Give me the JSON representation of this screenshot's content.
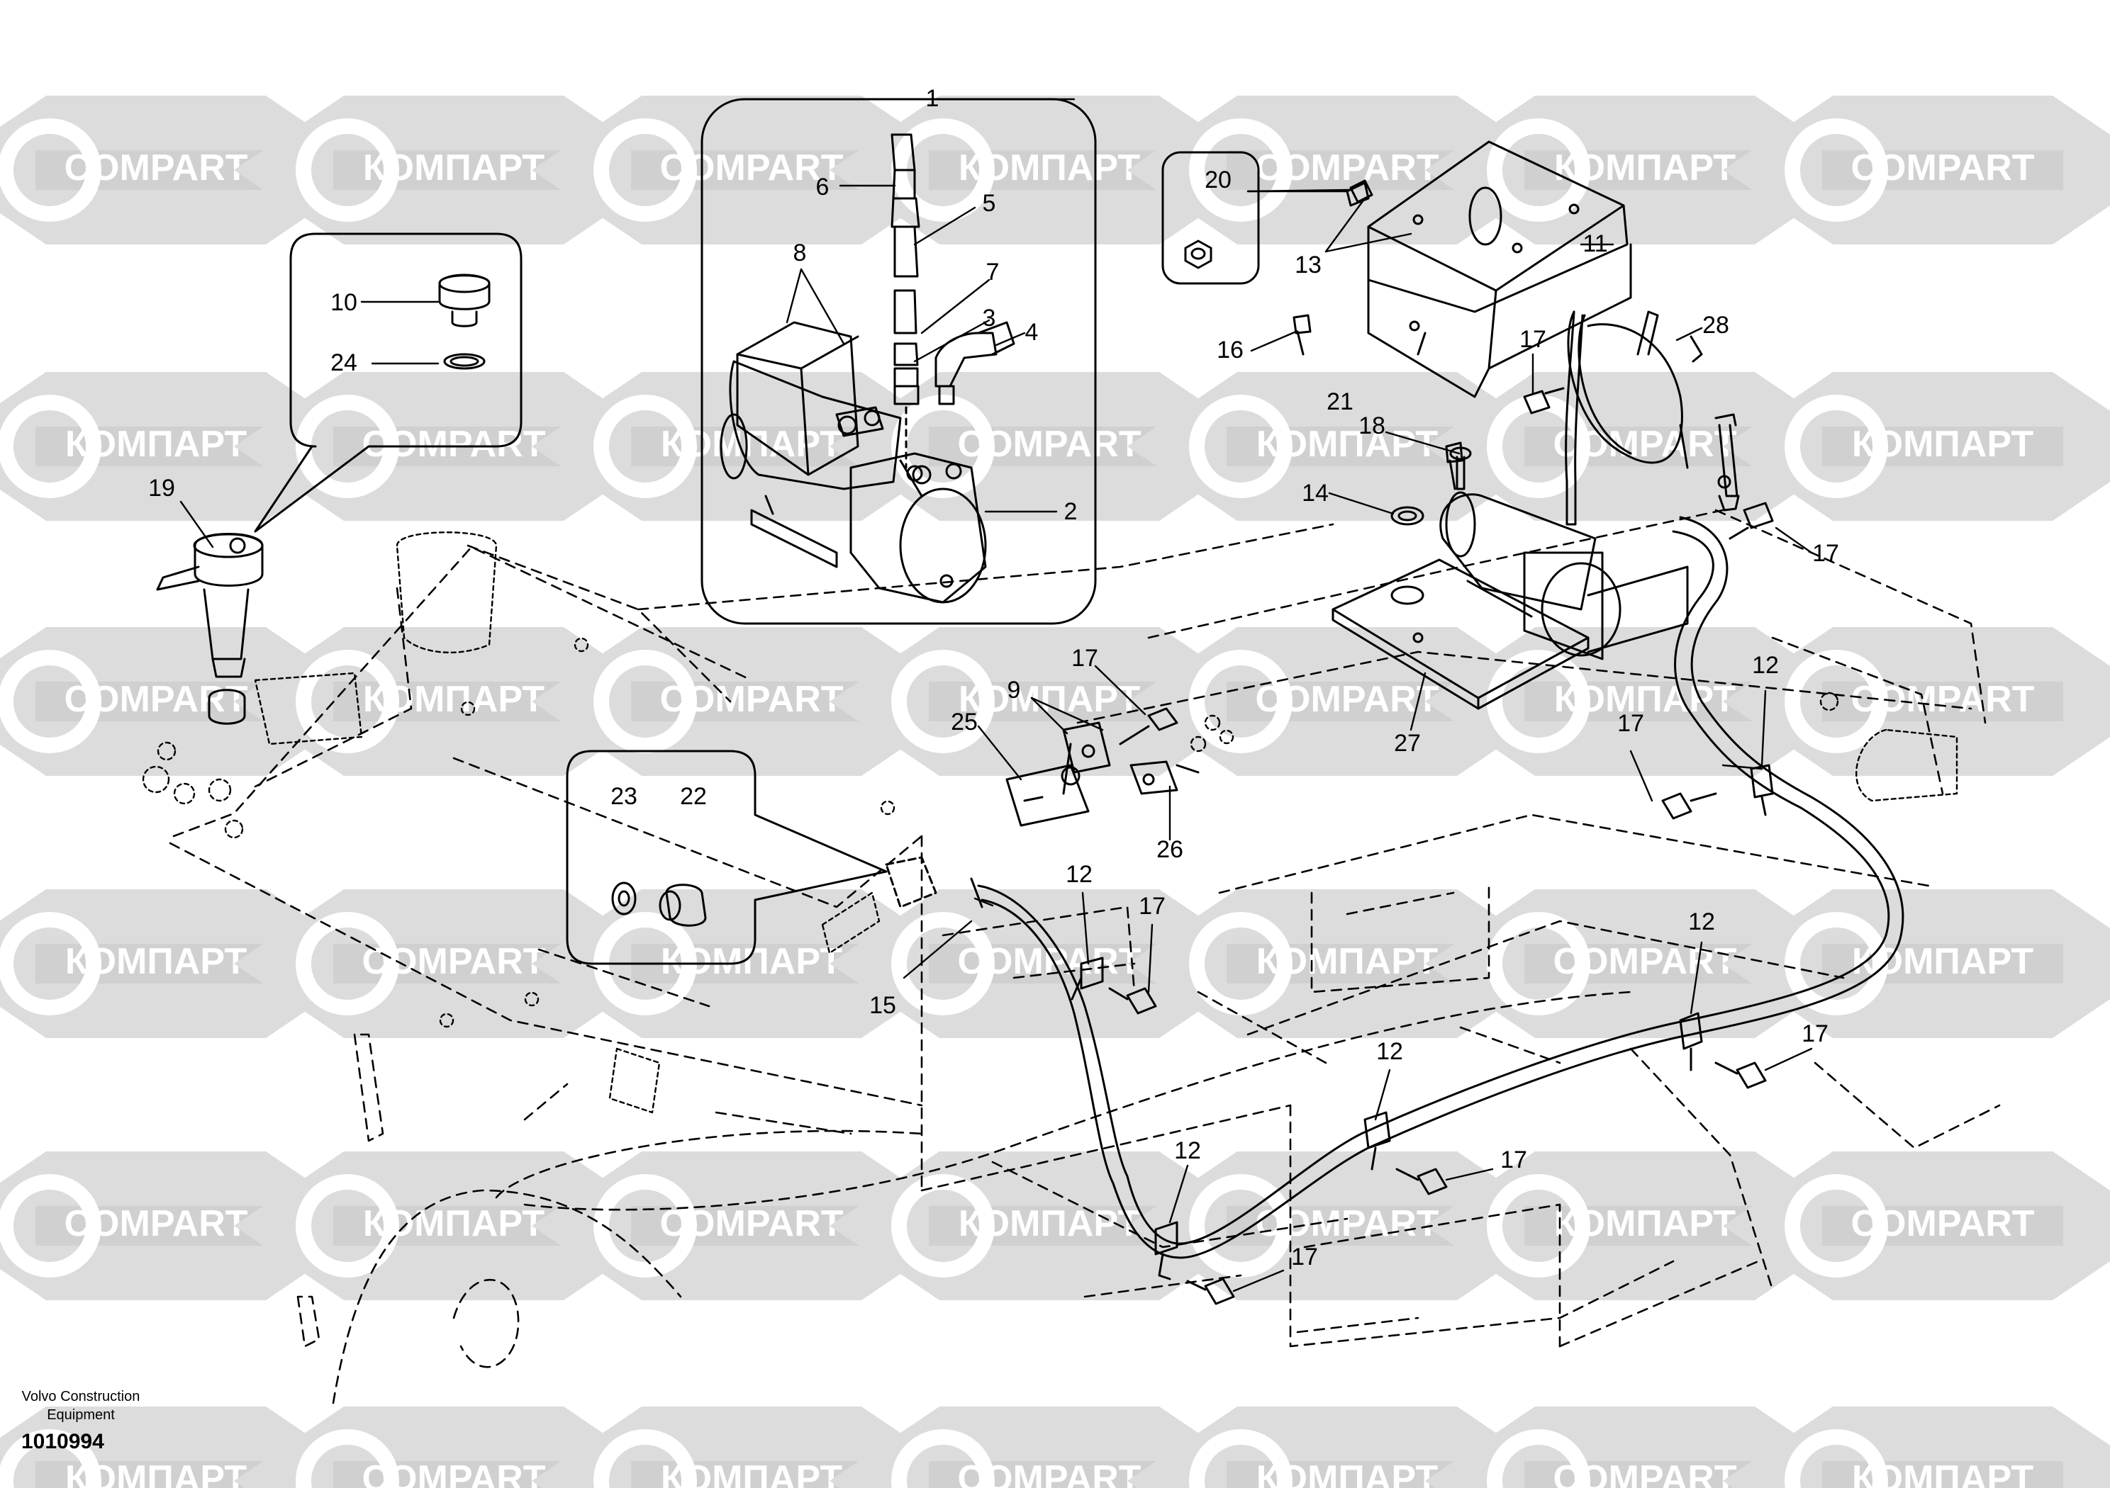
{
  "callouts": [
    {
      "id": "c1",
      "label": "1"
    },
    {
      "id": "c2",
      "label": "2"
    },
    {
      "id": "c3",
      "label": "3"
    },
    {
      "id": "c4",
      "label": "4"
    },
    {
      "id": "c5",
      "label": "5"
    },
    {
      "id": "c6",
      "label": "6"
    },
    {
      "id": "c7",
      "label": "7"
    },
    {
      "id": "c8",
      "label": "8"
    },
    {
      "id": "c9",
      "label": "9"
    },
    {
      "id": "c10",
      "label": "10"
    },
    {
      "id": "c11",
      "label": "11"
    },
    {
      "id": "c12a",
      "label": "12"
    },
    {
      "id": "c12b",
      "label": "12"
    },
    {
      "id": "c12c",
      "label": "12"
    },
    {
      "id": "c12d",
      "label": "12"
    },
    {
      "id": "c12e",
      "label": "12"
    },
    {
      "id": "c13",
      "label": "13"
    },
    {
      "id": "c14",
      "label": "14"
    },
    {
      "id": "c15",
      "label": "15"
    },
    {
      "id": "c16",
      "label": "16"
    },
    {
      "id": "c17a",
      "label": "17"
    },
    {
      "id": "c17b",
      "label": "17"
    },
    {
      "id": "c17c",
      "label": "17"
    },
    {
      "id": "c17d",
      "label": "17"
    },
    {
      "id": "c17e",
      "label": "17"
    },
    {
      "id": "c17f",
      "label": "17"
    },
    {
      "id": "c17g",
      "label": "17"
    },
    {
      "id": "c17h",
      "label": "17"
    },
    {
      "id": "c18",
      "label": "18"
    },
    {
      "id": "c19",
      "label": "19"
    },
    {
      "id": "c20",
      "label": "20"
    },
    {
      "id": "c21",
      "label": "21"
    },
    {
      "id": "c22",
      "label": "22"
    },
    {
      "id": "c23",
      "label": "23"
    },
    {
      "id": "c24",
      "label": "24"
    },
    {
      "id": "c25",
      "label": "25"
    },
    {
      "id": "c26",
      "label": "26"
    },
    {
      "id": "c27",
      "label": "27"
    },
    {
      "id": "c28",
      "label": "28"
    }
  ],
  "watermark_texts": [
    "COMPART",
    "КОМПАРТ"
  ],
  "footer": {
    "manufacturer": "Volvo Construction Equipment",
    "doc_number": "1010994"
  },
  "colors": {
    "line": "#000000",
    "watermark": "#d9d9d9",
    "watermark_text": "#ffffff",
    "background": "#ffffff"
  }
}
